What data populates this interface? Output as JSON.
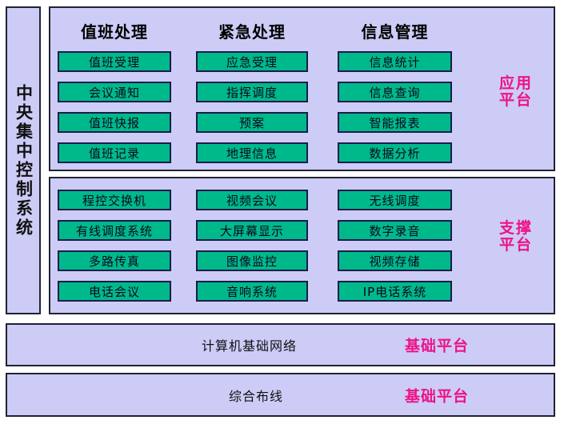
{
  "diagram": {
    "sidebar": {
      "label": "中央集中控制系统"
    },
    "groups": [
      {
        "id": "application",
        "platform_tag": "应用\n平台",
        "columns": [
          {
            "header": "值班处理",
            "items": [
              "值班受理",
              "会议通知",
              "值班快报",
              "值班记录"
            ]
          },
          {
            "header": "紧急处理",
            "items": [
              "应急受理",
              "指挥调度",
              "预案",
              "地理信息"
            ]
          },
          {
            "header": "信息管理",
            "items": [
              "信息统计",
              "信息查询",
              "智能报表",
              "数据分析"
            ]
          }
        ]
      },
      {
        "id": "support",
        "platform_tag": "支撑\n平台",
        "columns": [
          {
            "header": "",
            "items": [
              "程控交换机",
              "有线调度系统",
              "多路传真",
              "电话会议"
            ]
          },
          {
            "header": "",
            "items": [
              "视频会议",
              "大屏幕显示",
              "图像监控",
              "音响系统"
            ]
          },
          {
            "header": "",
            "items": [
              "无线调度",
              "数字录音",
              "视频存储",
              "IP电话系统"
            ]
          }
        ]
      }
    ],
    "bottom_bars": [
      {
        "id": "network",
        "label": "计算机基础网络",
        "platform_tag": "基础平台"
      },
      {
        "id": "cabling",
        "label": "综合布线",
        "platform_tag": "基础平台"
      }
    ],
    "colors": {
      "panel_fill": "#ccccf7",
      "panel_border": "#222233",
      "chip_fill": "#00b98b",
      "chip_border": "#1b1b4a",
      "platform_tag": "#ee1289",
      "text": "#111111",
      "background": "#ffffff"
    }
  }
}
